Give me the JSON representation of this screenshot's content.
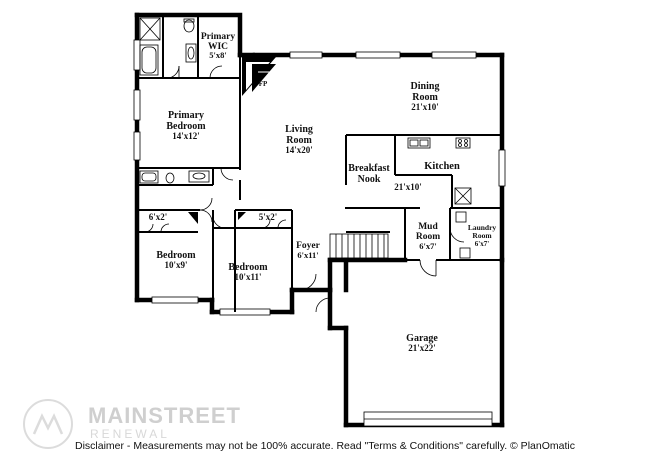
{
  "rooms": {
    "primary_wic": {
      "name_1": "Primary",
      "name_2": "WIC",
      "dims": "5'x8'"
    },
    "primary_bedroom": {
      "name_1": "Primary",
      "name_2": "Bedroom",
      "dims": "14'x12'"
    },
    "fp": {
      "label": "FP"
    },
    "living_room": {
      "name_1": "Living",
      "name_2": "Room",
      "dims": "14'x20'"
    },
    "dining_room": {
      "name_1": "Dining",
      "name_2": "Room",
      "dims": "21'x10'"
    },
    "breakfast_nook": {
      "name_1": "Breakfast",
      "name_2": "Nook"
    },
    "kitchen": {
      "name": "Kitchen",
      "dims": "21'x10'"
    },
    "closet_1": {
      "dims": "6'x2'"
    },
    "closet_2": {
      "dims": "5'x2'"
    },
    "bedroom_1": {
      "name": "Bedroom",
      "dims": "10'x9'"
    },
    "bedroom_2": {
      "name": "Bedroom",
      "dims": "10'x11'"
    },
    "foyer": {
      "name": "Foyer",
      "dims": "6'x11'"
    },
    "mud_room": {
      "name_1": "Mud",
      "name_2": "Room",
      "dims": "6'x7'"
    },
    "laundry_room": {
      "name_1": "Laundry",
      "name_2": "Room",
      "dims": "6'x7'"
    },
    "garage": {
      "name": "Garage",
      "dims": "21'x22'"
    }
  },
  "watermark": {
    "brand": "MAINSTREET",
    "sub": "RENEWAL"
  },
  "disclaimer": "Disclaimer - Measurements may not be 100% accurate. Read \"Terms & Conditions\" carefully. © PlanOmatic"
}
